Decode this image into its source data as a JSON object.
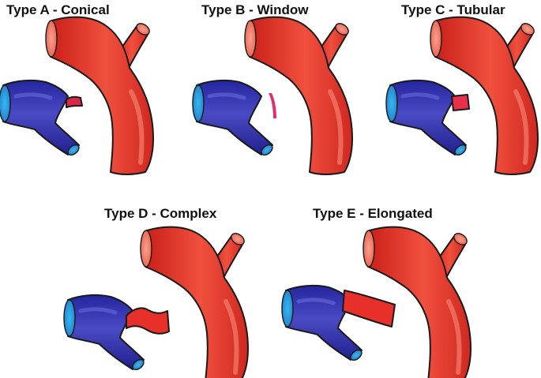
{
  "diagram": {
    "panels": [
      {
        "title": "Type A - Conical"
      },
      {
        "title": "Type B - Window"
      },
      {
        "title": "Type C - Tubular"
      },
      {
        "title": "Type D - Complex"
      },
      {
        "title": "Type E - Elongated"
      }
    ]
  },
  "colors": {
    "aorta": "#e8302a",
    "pulmonary": "#2f2fa8",
    "duct": "#d8284a",
    "outline": "#1a1a1a"
  }
}
